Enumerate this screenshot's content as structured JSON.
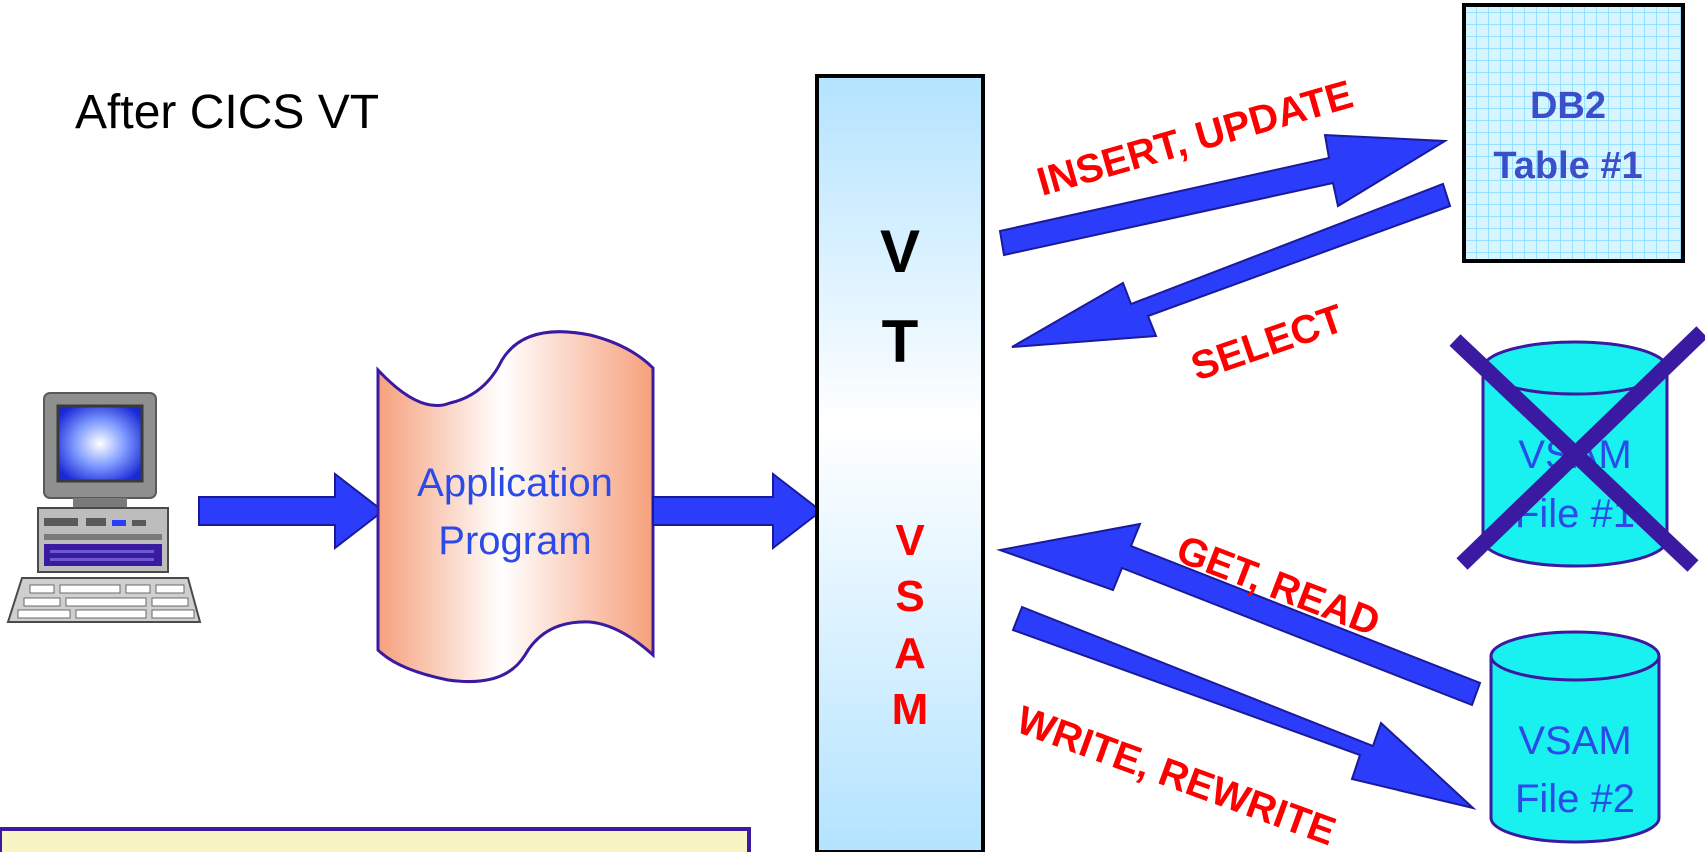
{
  "title": "After CICS VT",
  "application": {
    "line1": "Application",
    "line2": "Program"
  },
  "vt_box": {
    "letters": [
      "V",
      "T"
    ],
    "vsam_letters": [
      "V",
      "S",
      "A",
      "M"
    ]
  },
  "operations": {
    "insert_update": "INSERT, UPDATE",
    "select": "SELECT",
    "get_read": "GET, READ",
    "write_rewrite": "WRITE, REWRITE"
  },
  "db2_table": {
    "line1": "DB2",
    "line2": "Table #1"
  },
  "vsam_file_1": {
    "line1": "VSAM",
    "line2": "File #1",
    "crossed_out": true
  },
  "vsam_file_2": {
    "line1": "VSAM",
    "line2": "File #2"
  },
  "colors": {
    "arrow_fill": "#2b3dfa",
    "arrow_stroke": "#1a1a9a",
    "label_red": "#ff0000",
    "cross": "#3a1aa0",
    "cylinder_fill": "#19f0f0",
    "db2_grid": "#7fd8ff",
    "vt_gradient_top": "#b3e3ff",
    "app_gradient": "#f6a07c",
    "note_box_fill": "#f8f4c4"
  }
}
